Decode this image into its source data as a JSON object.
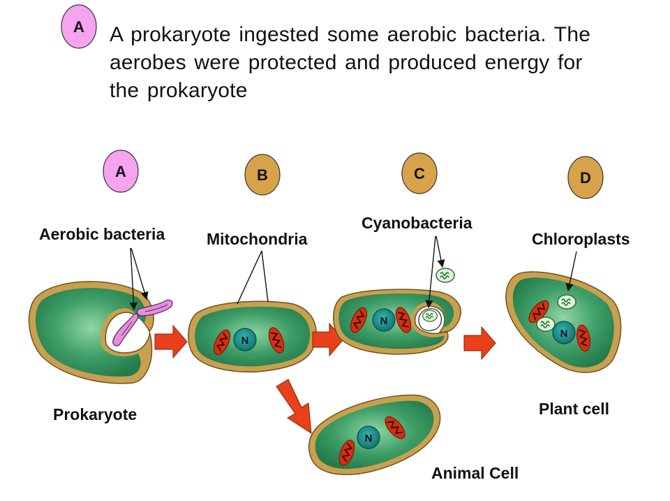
{
  "caption": {
    "badge": "A",
    "text": "A prokaryote  ingested  some aerobic bacteria. The aerobes  were protected and produced energy for the prokaryote"
  },
  "stages": [
    {
      "badge": "A",
      "label": "Aerobic bacteria",
      "cell_label": "Prokaryote"
    },
    {
      "badge": "B",
      "label": "Mitochondria"
    },
    {
      "badge": "C",
      "label": "Cyanobacteria"
    },
    {
      "badge": "D",
      "label": "Chloroplasts",
      "cell_label": "Plant cell"
    }
  ],
  "animal_cell_label": "Animal Cell",
  "nucleus_letter": "N",
  "colors": {
    "badge_a": "#f6a3f0",
    "badge_bcd": "#d8a24a",
    "cell_membrane": "#c8a04e",
    "cytoplasm": "#3f9e68",
    "nucleus": "#1f8a86",
    "mitochondria": "#d5300e",
    "arrow": "#e8401a",
    "aerobe": "#e78de0",
    "chloroplast": "#d9f2d5"
  }
}
